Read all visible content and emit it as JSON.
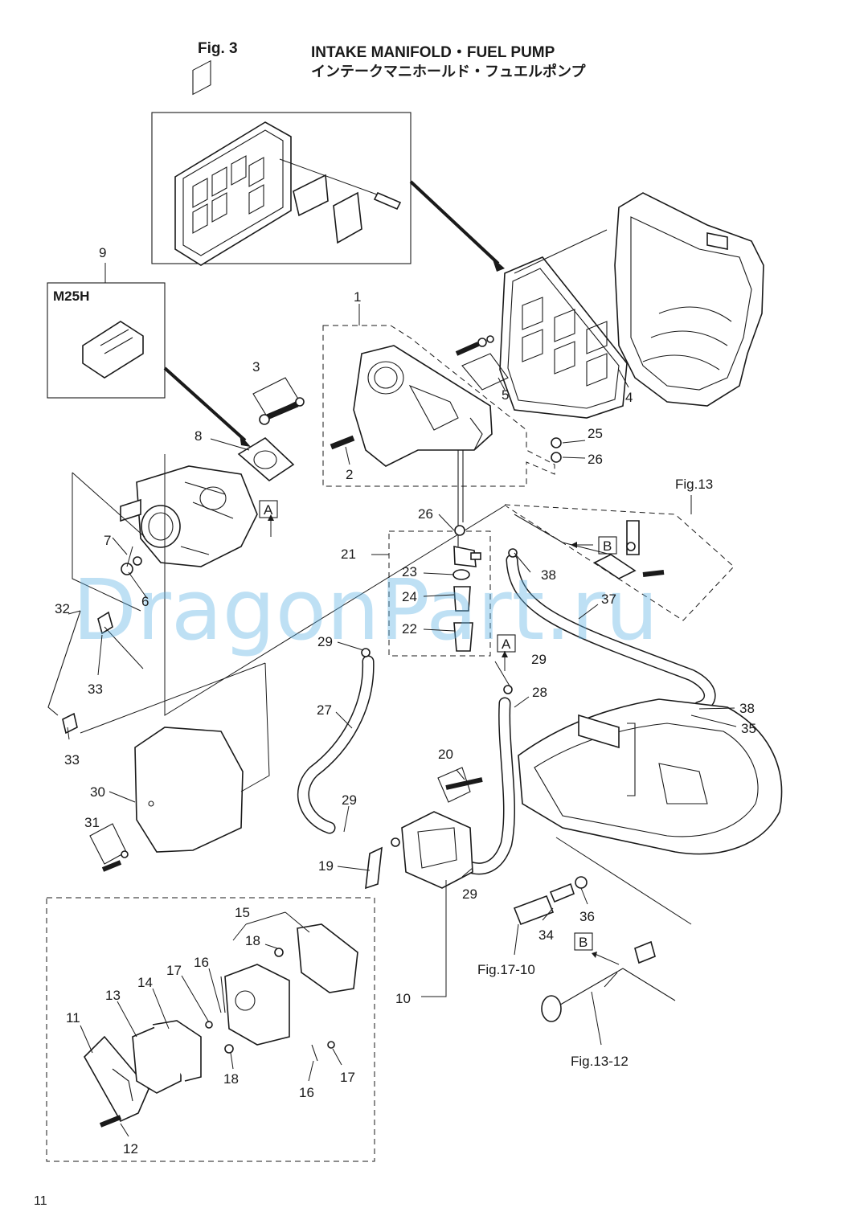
{
  "header": {
    "fig_label": "Fig. 3",
    "title_en": "INTAKE MANIFOLD・FUEL PUMP",
    "title_jp": "インテークマニホールド・フュエルポンプ"
  },
  "variant_box": {
    "label": "M25H"
  },
  "watermark": "DragonPart.ru",
  "page_number": "11",
  "callouts": {
    "c1": "1",
    "c2": "2",
    "c3": "3",
    "c4": "4",
    "c5": "5",
    "c6": "6",
    "c7": "7",
    "c8": "8",
    "c9": "9",
    "c10": "10",
    "c11": "11",
    "c12": "12",
    "c13": "13",
    "c14": "14",
    "c15": "15",
    "c16a": "16",
    "c16b": "16",
    "c17a": "17",
    "c17b": "17",
    "c18a": "18",
    "c18b": "18",
    "c19": "19",
    "c20": "20",
    "c21": "21",
    "c22": "22",
    "c23": "23",
    "c24": "24",
    "c25": "25",
    "c26a": "26",
    "c26b": "26",
    "c27": "27",
    "c28": "28",
    "c29a": "29",
    "c29b": "29",
    "c29c": "29",
    "c29d": "29",
    "c30": "30",
    "c31": "31",
    "c32": "32",
    "c33a": "33",
    "c33b": "33",
    "c34": "34",
    "c35": "35",
    "c36": "36",
    "c37": "37",
    "c38a": "38",
    "c38b": "38"
  },
  "refs": {
    "a1": "A",
    "a2": "A",
    "b1": "B",
    "b2": "B",
    "fig13": "Fig.13",
    "fig17_10": "Fig.17-10",
    "fig13_12": "Fig.13-12"
  }
}
